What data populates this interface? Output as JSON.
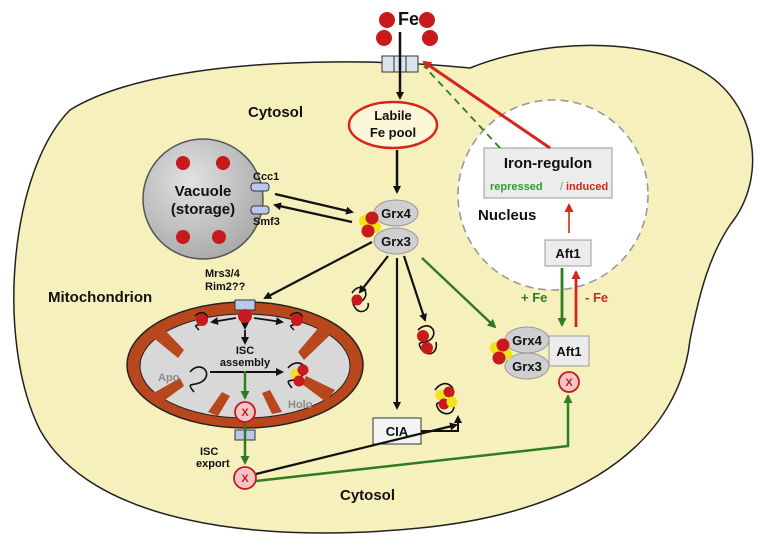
{
  "labels": {
    "fe": "Fe",
    "cytosol_top": "Cytosol",
    "cytosol_bottom": "Cytosol",
    "labile_line1": "Labile",
    "labile_line2": "Fe pool",
    "vacuole_line1": "Vacuole",
    "vacuole_line2": "(storage)",
    "ccc1": "Ccc1",
    "smf3": "Smf3",
    "grx4_top": "Grx4",
    "grx3_top": "Grx3",
    "mitochondrion": "Mitochondrion",
    "mrs": "Mrs3/4",
    "rim2": "Rim2??",
    "isc_line1": "ISC",
    "isc_line2": "assembly",
    "apo": "Apo",
    "holo": "Holo",
    "isc_export_line1": "ISC",
    "isc_export_line2": "export",
    "x": "X",
    "cia": "CIA",
    "nucleus": "Nucleus",
    "iron_regulon": "Iron-regulon",
    "repressed": "repressed",
    "induced": "induced",
    "aft1_nucleus": "Aft1",
    "plus_fe": "+ Fe",
    "minus_fe": "- Fe",
    "grx4_right": "Grx4",
    "grx3_right": "Grx3",
    "aft1_complex": "Aft1"
  },
  "colors": {
    "cell": "#f6f0bd",
    "iron": "#c8191c",
    "green": "#2f7d1f",
    "red": "#d9241c",
    "grey": "#cfcfcf",
    "mito_outer": "#b9471e",
    "yellow": "#f2e21a"
  }
}
